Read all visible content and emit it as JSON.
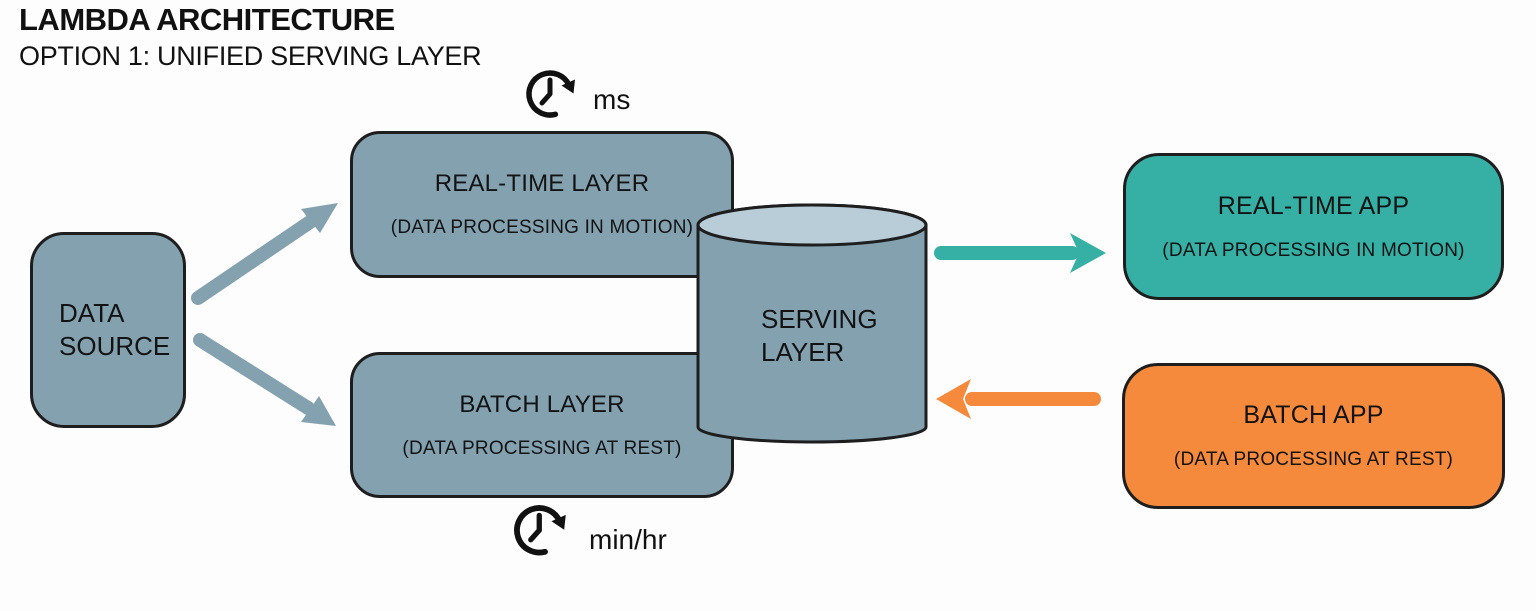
{
  "header": {
    "title": "LAMBDA ARCHITECTURE",
    "subtitle": "OPTION 1: UNIFIED SERVING LAYER"
  },
  "nodes": {
    "data_source": {
      "line1": "DATA",
      "line2": "SOURCE"
    },
    "realtime_layer": {
      "title": "REAL-TIME LAYER",
      "subtitle": "(DATA PROCESSING IN MOTION)"
    },
    "batch_layer": {
      "title": "BATCH LAYER",
      "subtitle": "(DATA PROCESSING AT REST)"
    },
    "serving_layer": {
      "line1": "SERVING",
      "line2": "LAYER"
    },
    "realtime_app": {
      "title": "REAL-TIME APP",
      "subtitle": "(DATA PROCESSING IN MOTION)"
    },
    "batch_app": {
      "title": "BATCH APP",
      "subtitle": "(DATA PROCESSING AT REST)"
    }
  },
  "latency_labels": {
    "realtime": "ms",
    "batch": "min/hr"
  },
  "colors": {
    "node_fill": "#84a1b0",
    "cylinder_top_fill": "#b9cdd9",
    "outline": "#1e1e1e",
    "realtime_accent": "#36b0a4",
    "batch_accent": "#f58a3c",
    "background": "#fdfdfd",
    "text": "#131313"
  }
}
